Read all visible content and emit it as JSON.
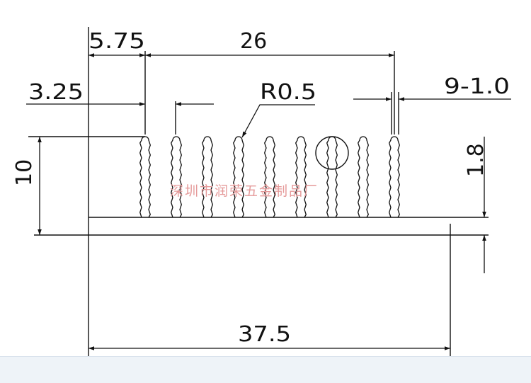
{
  "drawing": {
    "fin_count": 9,
    "dimensions": {
      "fin_offset": "5.75",
      "fin_span": "26",
      "edge_gap": "3.25",
      "fin_radius": "R0.5",
      "fin_thickness": "9-1.0",
      "height": "10",
      "base_thickness": "1.8",
      "width": "37.5"
    },
    "watermark": "深圳市润荣五金制品厂"
  }
}
